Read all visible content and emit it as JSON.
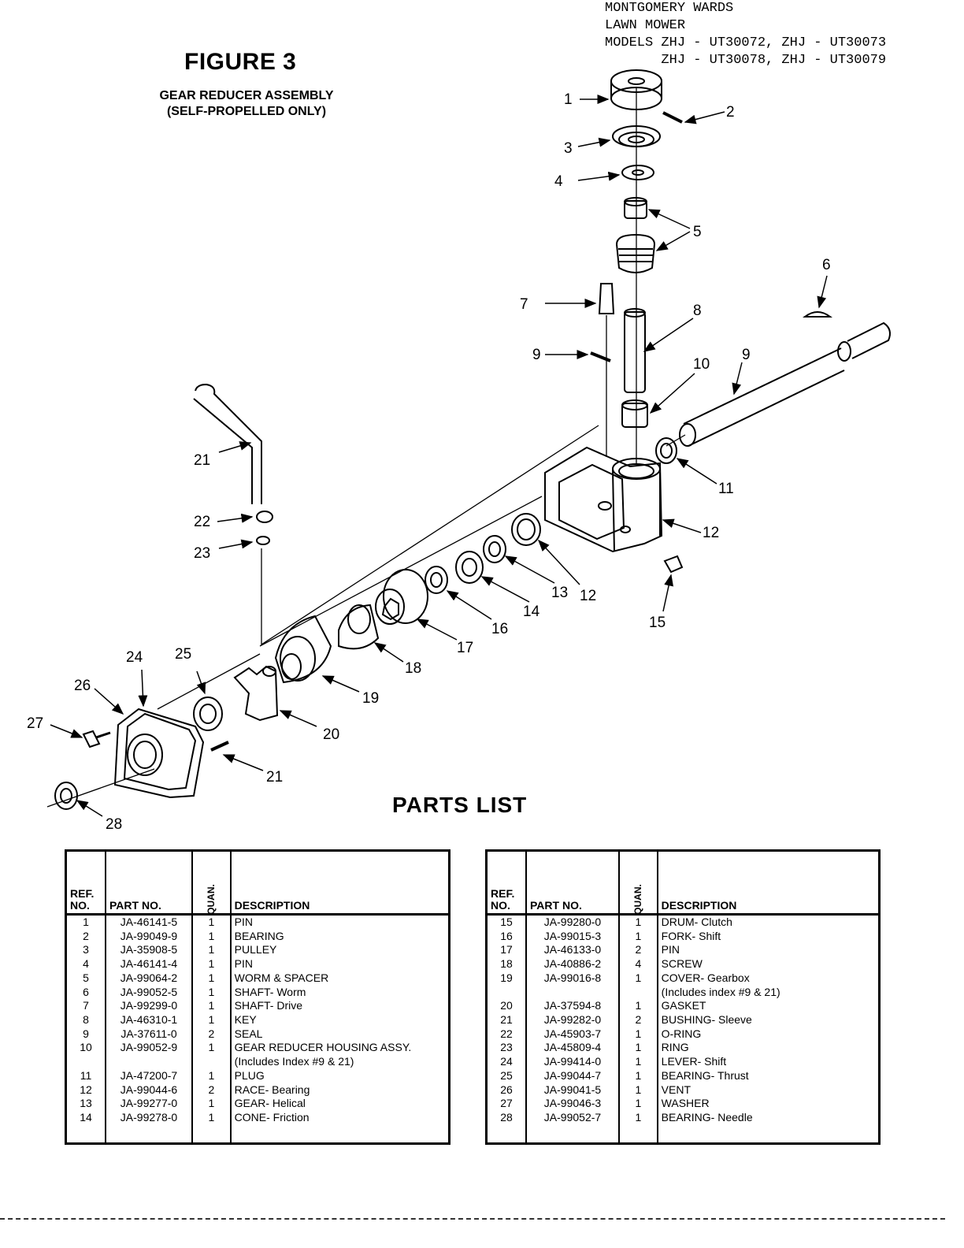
{
  "header": {
    "line1": "MONTGOMERY WARDS",
    "line2": "LAWN MOWER",
    "line3": "MODELS ZHJ - UT30072, ZHJ - UT30073",
    "line4": "       ZHJ - UT30078, ZHJ - UT30079"
  },
  "figure": {
    "title": "FIGURE 3",
    "subtitle_line1": "GEAR REDUCER ASSEMBLY",
    "subtitle_line2": "(SELF-PROPELLED ONLY)"
  },
  "callouts": [
    "1",
    "2",
    "3",
    "4",
    "5",
    "6",
    "7",
    "8",
    "9",
    "9",
    "10",
    "11",
    "12",
    "12",
    "13",
    "14",
    "15",
    "16",
    "17",
    "18",
    "19",
    "20",
    "21",
    "21",
    "22",
    "23",
    "24",
    "25",
    "26",
    "27",
    "28"
  ],
  "parts_list": {
    "title": "PARTS LIST",
    "headers": {
      "ref": "REF.",
      "ref2": "NO.",
      "part": "PART NO.",
      "quan": "QUAN.",
      "desc": "DESCRIPTION"
    },
    "left": [
      {
        "ref": "1",
        "part": "JA-46141-5",
        "qty": "1",
        "desc": "PIN"
      },
      {
        "ref": "2",
        "part": "JA-99049-9",
        "qty": "1",
        "desc": "BEARING"
      },
      {
        "ref": "3",
        "part": "JA-35908-5",
        "qty": "1",
        "desc": "PULLEY"
      },
      {
        "ref": "4",
        "part": "JA-46141-4",
        "qty": "1",
        "desc": "PIN"
      },
      {
        "ref": "5",
        "part": "JA-99064-2",
        "qty": "1",
        "desc": "WORM & SPACER"
      },
      {
        "ref": "6",
        "part": "JA-99052-5",
        "qty": "1",
        "desc": "SHAFT- Worm"
      },
      {
        "ref": "7",
        "part": "JA-99299-0",
        "qty": "1",
        "desc": "SHAFT- Drive"
      },
      {
        "ref": "8",
        "part": "JA-46310-1",
        "qty": "1",
        "desc": "KEY"
      },
      {
        "ref": "9",
        "part": "JA-37611-0",
        "qty": "2",
        "desc": "SEAL"
      },
      {
        "ref": "10",
        "part": "JA-99052-9",
        "qty": "1",
        "desc": "GEAR REDUCER HOUSING ASSY."
      },
      {
        "ref": "",
        "part": "",
        "qty": "",
        "desc": "(Includes Index #9 & 21)"
      },
      {
        "ref": "11",
        "part": "JA-47200-7",
        "qty": "1",
        "desc": "PLUG"
      },
      {
        "ref": "12",
        "part": "JA-99044-6",
        "qty": "2",
        "desc": "RACE- Bearing"
      },
      {
        "ref": "13",
        "part": "JA-99277-0",
        "qty": "1",
        "desc": "GEAR- Helical"
      },
      {
        "ref": "14",
        "part": "JA-99278-0",
        "qty": "1",
        "desc": "CONE- Friction"
      }
    ],
    "right": [
      {
        "ref": "15",
        "part": "JA-99280-0",
        "qty": "1",
        "desc": "DRUM- Clutch"
      },
      {
        "ref": "16",
        "part": "JA-99015-3",
        "qty": "1",
        "desc": "FORK- Shift"
      },
      {
        "ref": "17",
        "part": "JA-46133-0",
        "qty": "2",
        "desc": "PIN"
      },
      {
        "ref": "18",
        "part": "JA-40886-2",
        "qty": "4",
        "desc": "SCREW"
      },
      {
        "ref": "19",
        "part": "JA-99016-8",
        "qty": "1",
        "desc": "COVER- Gearbox"
      },
      {
        "ref": "",
        "part": "",
        "qty": "",
        "desc": "(Includes index #9 & 21)"
      },
      {
        "ref": "20",
        "part": "JA-37594-8",
        "qty": "1",
        "desc": "GASKET"
      },
      {
        "ref": "21",
        "part": "JA-99282-0",
        "qty": "2",
        "desc": "BUSHING- Sleeve"
      },
      {
        "ref": "22",
        "part": "JA-45903-7",
        "qty": "1",
        "desc": "O-RING"
      },
      {
        "ref": "23",
        "part": "JA-45809-4",
        "qty": "1",
        "desc": "RING"
      },
      {
        "ref": "24",
        "part": "JA-99414-0",
        "qty": "1",
        "desc": "LEVER- Shift"
      },
      {
        "ref": "25",
        "part": "JA-99044-7",
        "qty": "1",
        "desc": "BEARING- Thrust"
      },
      {
        "ref": "26",
        "part": "JA-99041-5",
        "qty": "1",
        "desc": "VENT"
      },
      {
        "ref": "27",
        "part": "JA-99046-3",
        "qty": "1",
        "desc": "WASHER"
      },
      {
        "ref": "28",
        "part": "JA-99052-7",
        "qty": "1",
        "desc": "BEARING- Needle"
      }
    ]
  }
}
